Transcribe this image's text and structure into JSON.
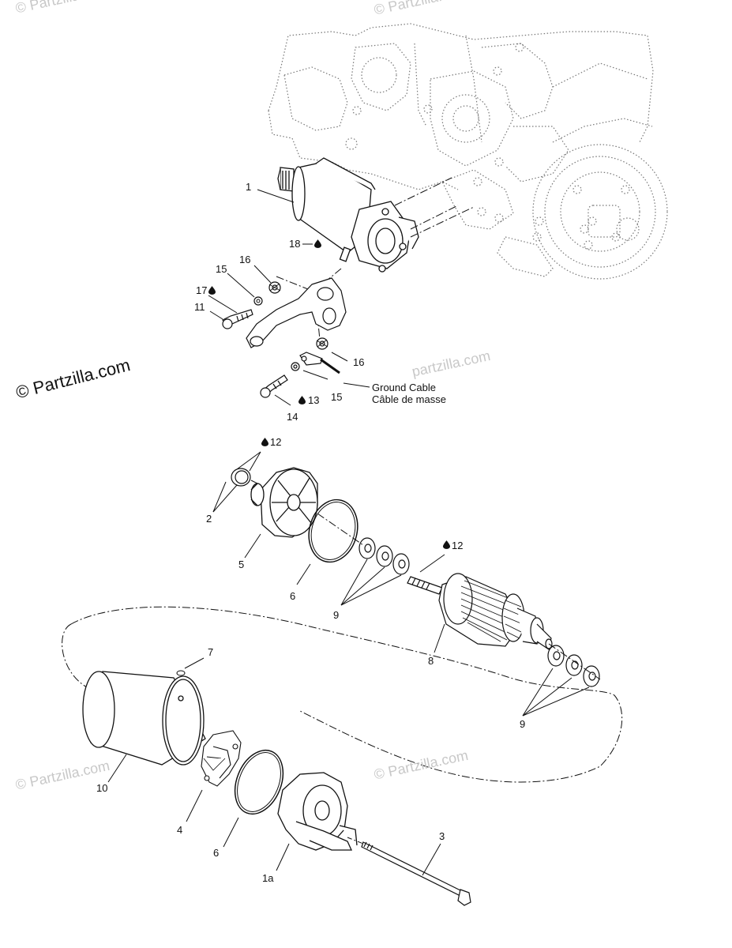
{
  "watermark": {
    "main": "© Partzilla.com",
    "faint": "© Partzilla.com",
    "faint_short": "partzilla.com"
  },
  "labels": {
    "l1": "1",
    "l18": "18",
    "l16a": "16",
    "l15a": "15",
    "l17": "17",
    "l11": "11",
    "l16b": "16",
    "l15b": "15",
    "l13": "13",
    "l14": "14",
    "ground_cable_en": "Ground Cable",
    "ground_cable_fr": "Câble de masse",
    "l12a": "12",
    "l2": "2",
    "l5": "5",
    "l6a": "6",
    "l9a": "9",
    "l12b": "12",
    "l8": "8",
    "l7": "7",
    "l9b": "9",
    "l10": "10",
    "l4": "4",
    "l6b": "6",
    "l1a": "1a",
    "l3": "3"
  },
  "icons": [
    "oil-drop-icon"
  ]
}
